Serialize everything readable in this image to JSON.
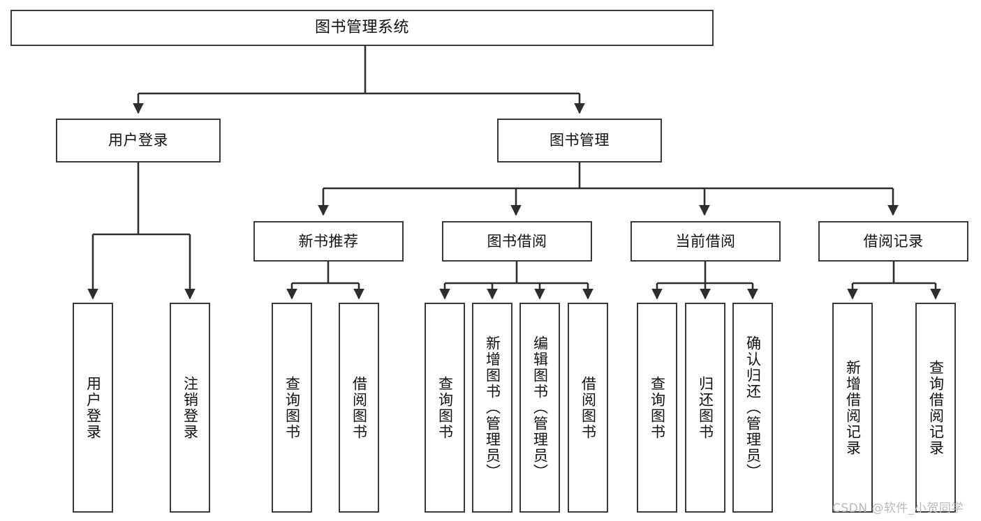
{
  "diagram": {
    "title": "图书管理系统",
    "type": "tree-hierarchy",
    "nodes": {
      "root": {
        "label": "图书管理系统",
        "level": 1
      },
      "user_login": {
        "label": "用户登录",
        "level": 2
      },
      "book_manage": {
        "label": "图书管理",
        "level": 2
      },
      "new_book_rec": {
        "label": "新书推荐",
        "level": 3
      },
      "book_borrow": {
        "label": "图书借阅",
        "level": 3
      },
      "current_borrow": {
        "label": "当前借阅",
        "level": 3
      },
      "borrow_record": {
        "label": "借阅记录",
        "level": 3
      },
      "leaf_user_login": {
        "label": "用户登录",
        "level": 4
      },
      "leaf_user_logout": {
        "label": "注销登录",
        "level": 4
      },
      "leaf_query_book_1": {
        "label": "查询图书",
        "level": 4
      },
      "leaf_borrow_book_1": {
        "label": "借阅图书",
        "level": 4
      },
      "leaf_query_book_2": {
        "label": "查询图书",
        "level": 4
      },
      "leaf_add_book": {
        "label": "新增图书（管理员）",
        "level": 4
      },
      "leaf_edit_book": {
        "label": "编辑图书（管理员）",
        "level": 4
      },
      "leaf_borrow_book_2": {
        "label": "借阅图书",
        "level": 4
      },
      "leaf_query_book_3": {
        "label": "查询图书",
        "level": 4
      },
      "leaf_return_book": {
        "label": "归还图书",
        "level": 4
      },
      "leaf_confirm_return": {
        "label": "确认归还（管理员）",
        "level": 4
      },
      "leaf_add_record": {
        "label": "新增借阅记录",
        "level": 4
      },
      "leaf_query_record": {
        "label": "查询借阅记录",
        "level": 4
      }
    },
    "edges": [
      {
        "from": "root",
        "to": "user_login"
      },
      {
        "from": "root",
        "to": "book_manage"
      },
      {
        "from": "user_login",
        "to": "leaf_user_login"
      },
      {
        "from": "user_login",
        "to": "leaf_user_logout"
      },
      {
        "from": "book_manage",
        "to": "new_book_rec"
      },
      {
        "from": "book_manage",
        "to": "book_borrow"
      },
      {
        "from": "book_manage",
        "to": "current_borrow"
      },
      {
        "from": "book_manage",
        "to": "borrow_record"
      },
      {
        "from": "new_book_rec",
        "to": "leaf_query_book_1"
      },
      {
        "from": "new_book_rec",
        "to": "leaf_borrow_book_1"
      },
      {
        "from": "book_borrow",
        "to": "leaf_query_book_2"
      },
      {
        "from": "book_borrow",
        "to": "leaf_add_book"
      },
      {
        "from": "book_borrow",
        "to": "leaf_edit_book"
      },
      {
        "from": "book_borrow",
        "to": "leaf_borrow_book_2"
      },
      {
        "from": "current_borrow",
        "to": "leaf_query_book_3"
      },
      {
        "from": "current_borrow",
        "to": "leaf_return_book"
      },
      {
        "from": "current_borrow",
        "to": "leaf_confirm_return"
      },
      {
        "from": "borrow_record",
        "to": "leaf_add_record"
      },
      {
        "from": "borrow_record",
        "to": "leaf_query_record"
      }
    ],
    "colors": {
      "border": "#3a3a3a",
      "connector": "#2e2e2e",
      "text": "#111111",
      "background": "#ffffff",
      "watermark": "#b9b9b9"
    }
  },
  "watermark": {
    "text": "CSDN @软件_小贺同学"
  }
}
